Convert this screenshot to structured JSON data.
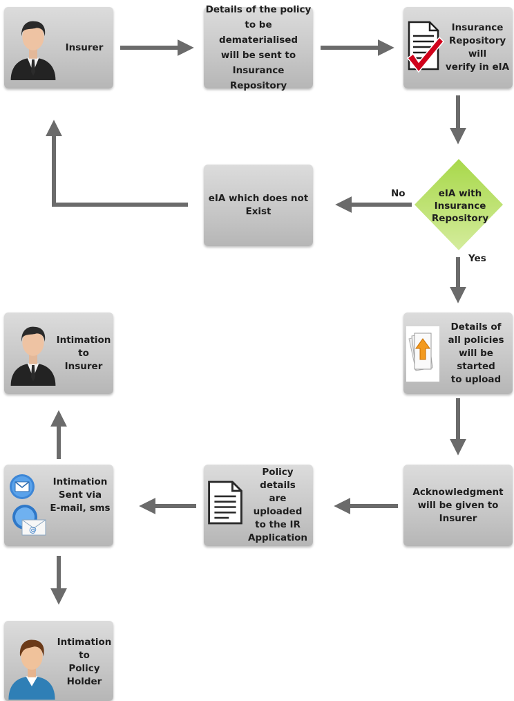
{
  "nodes": {
    "insurer": "Insurer",
    "details_sent": "Details of the policy\nto be dematerialised\nwill be sent to\nInsurance Repository",
    "ir_verify": "Insurance\nRepository\nwill\nverify in eIA",
    "eia_check": "eIA with\nInsurance\nRepository",
    "eia_not_exist": "eIA which does not\nExist",
    "upload_started": "Details of\nall policies\nwill be started\nto upload",
    "intimation_insurer": "Intimation\nto\nInsurer",
    "acknowledgment": "Acknowledgment\nwill be given to\nInsurer",
    "uploaded_ir": "Policy details\nare uploaded\nto the IR\nApplication",
    "intimation_sent": "Intimation\nSent via\nE-mail, sms",
    "intimation_holder": "Intimation\nto\nPolicy\nHolder"
  },
  "edges": {
    "no": "No",
    "yes": "Yes"
  },
  "colors": {
    "box": "#c8c8c8",
    "arrow": "#6b6b6b",
    "diamond_top": "#a8d84a",
    "diamond_bottom": "#d4ec9c",
    "check": "#d0021b"
  },
  "icons": [
    "businessman-icon",
    "checked-document-icon",
    "upload-documents-icon",
    "document-icon",
    "email-icon",
    "policy-holder-icon"
  ]
}
